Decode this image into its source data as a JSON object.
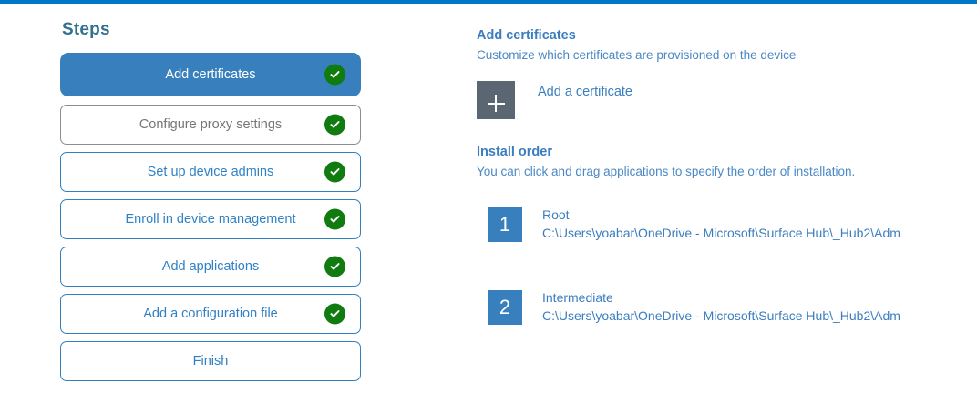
{
  "theme": {
    "accent_bar": "#0078c8",
    "active_step_bg": "#3880bd",
    "link_blue": "#3a7ebf",
    "check_green": "#107c10",
    "muted_grey": "#767676",
    "plus_tile_grey": "#5a6672"
  },
  "steps_panel": {
    "title": "Steps",
    "items": [
      {
        "label": "Add certificates",
        "state": "active",
        "completed": true
      },
      {
        "label": "Configure proxy settings",
        "state": "muted",
        "completed": true
      },
      {
        "label": "Set up device admins",
        "state": "default",
        "completed": true
      },
      {
        "label": "Enroll in device management",
        "state": "default",
        "completed": true
      },
      {
        "label": "Add applications",
        "state": "default",
        "completed": true
      },
      {
        "label": "Add a configuration file",
        "state": "default",
        "completed": true
      },
      {
        "label": "Finish",
        "state": "default",
        "completed": false
      }
    ]
  },
  "detail_panel": {
    "heading": "Add certificates",
    "subheading": "Customize which certificates are provisioned on the device",
    "add_certificate": {
      "icon": "plus-icon",
      "label": "Add a certificate"
    },
    "install_order": {
      "heading": "Install order",
      "subheading": "You can click and drag applications to specify the order of installation.",
      "items": [
        {
          "number": "1",
          "name": "Root",
          "path": "C:\\Users\\yoabar\\OneDrive - Microsoft\\Surface Hub\\_Hub2\\Adm"
        },
        {
          "number": "2",
          "name": "Intermediate",
          "path": "C:\\Users\\yoabar\\OneDrive - Microsoft\\Surface Hub\\_Hub2\\Adm"
        }
      ]
    }
  }
}
